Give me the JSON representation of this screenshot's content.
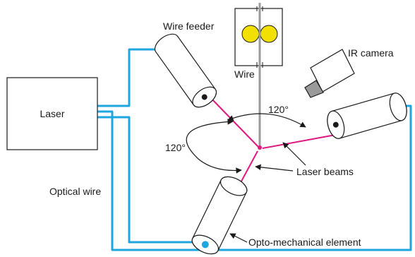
{
  "labels": {
    "laser": "Laser",
    "wire_feeder": "Wire feeder",
    "wire": "Wire",
    "ir_camera": "IR camera",
    "angle_top": "120°",
    "angle_left": "120°",
    "laser_beams": "Laser beams",
    "optical_wire": "Optical wire",
    "opto_mechanical_element": "Opto-mechanical element"
  },
  "colors": {
    "fiber": "#1ea6e0",
    "beam": "#e0187f",
    "feeder_roller": "#f2e100",
    "wire_gray": "#9a9a9a",
    "outline": "#1a1a1a"
  }
}
